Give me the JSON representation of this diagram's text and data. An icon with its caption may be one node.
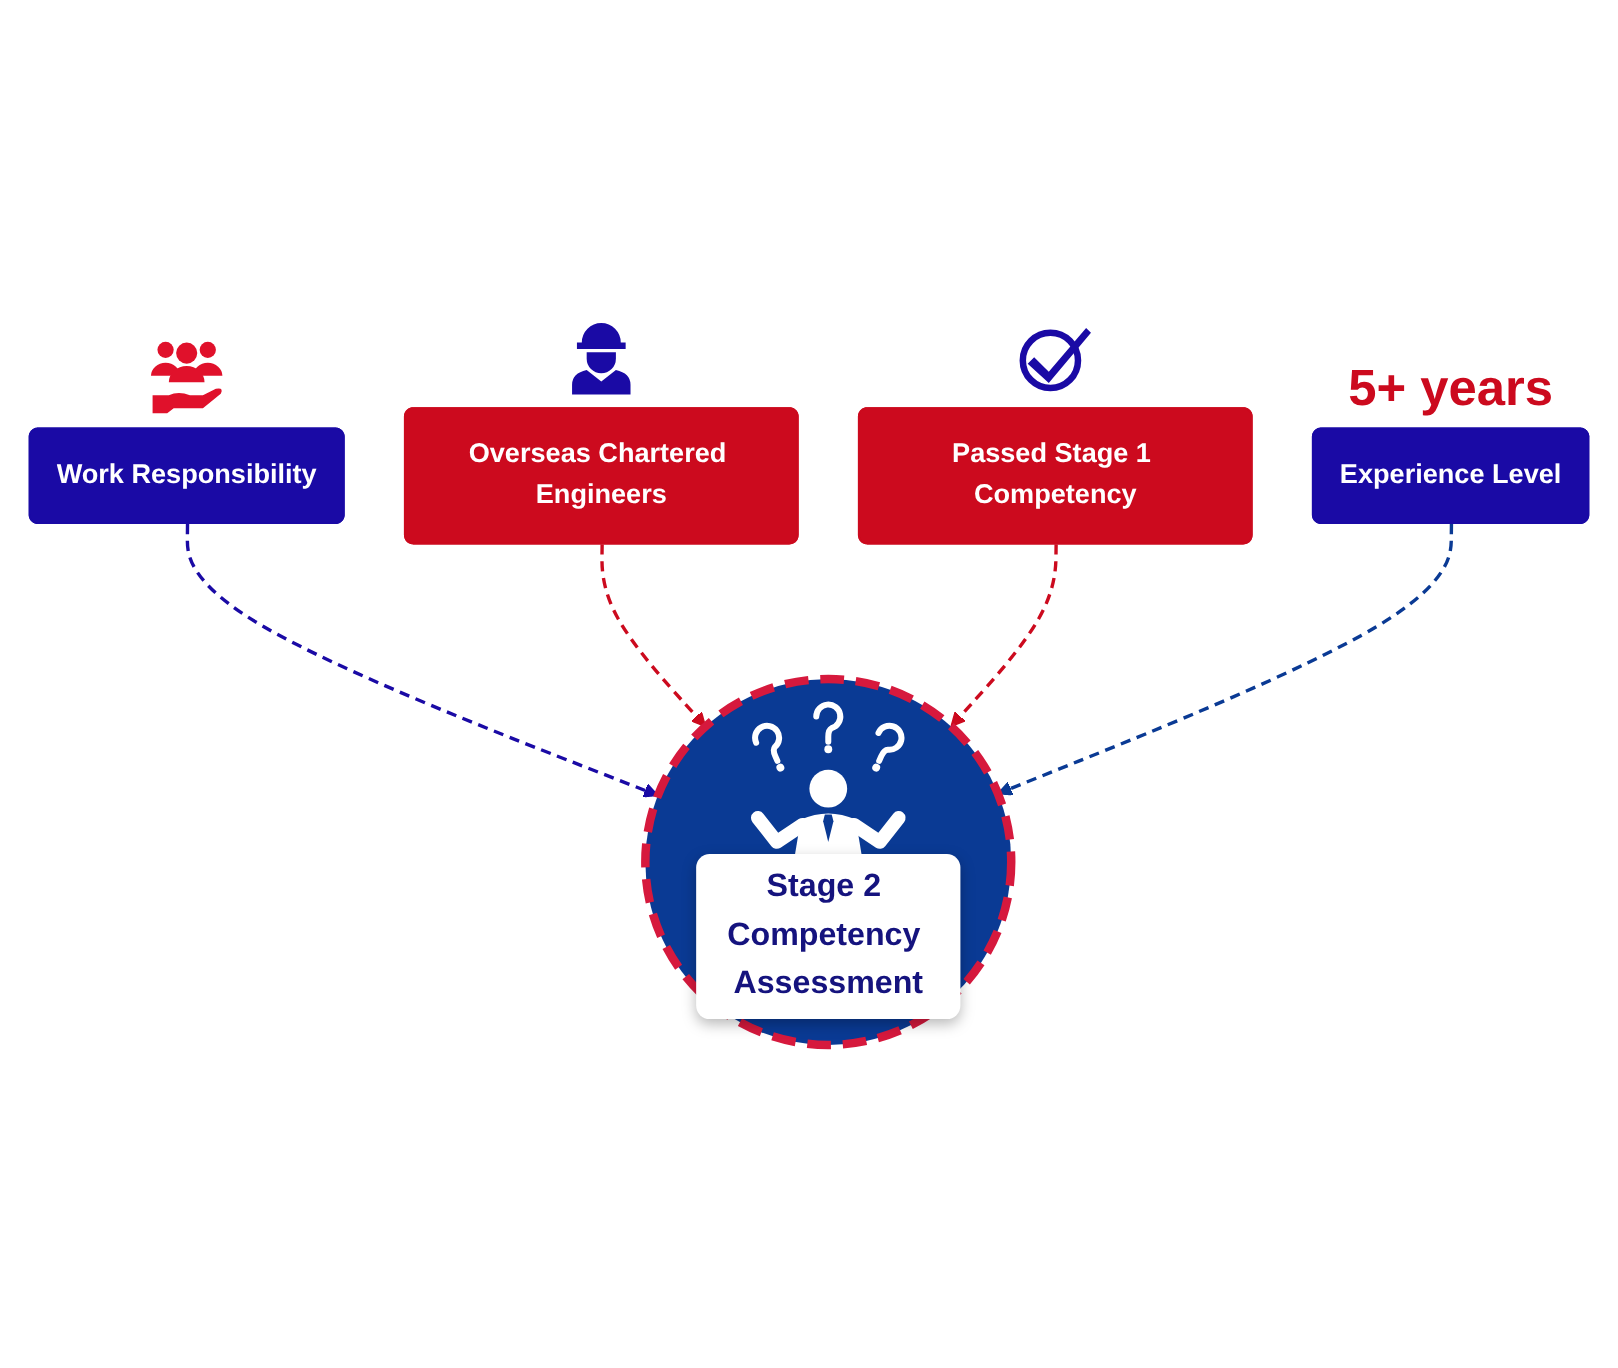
{
  "diagram": {
    "nodes": [
      {
        "text": [
          "Work Responsibility"
        ]
      },
      {
        "text": [
          "Overseas Chartered Engineers"
        ]
      },
      {
        "text": [
          "Stage 2 Competency Assessment"
        ]
      },
      {
        "text": [
          "Passed Stage 1 Competency"
        ]
      },
      {
        "text": [
          "Experience Level"
        ],
        "beside": [
          "5+ years"
        ]
      }
    ],
    "edges": [
      {
        "from": 0,
        "to": 2,
        "arrow": "to",
        "style": "dashed",
        "color": "#1a0aa5"
      },
      {
        "from": 1,
        "to": 2,
        "arrow": "to",
        "style": "dashed",
        "color": "#cc0a1e"
      },
      {
        "from": 3,
        "to": 2,
        "arrow": "to",
        "style": "dashed",
        "color": "#cc0a1e"
      },
      {
        "from": 4,
        "to": 2,
        "arrow": "to",
        "style": "dashed",
        "color": "#0a3a94"
      }
    ]
  }
}
